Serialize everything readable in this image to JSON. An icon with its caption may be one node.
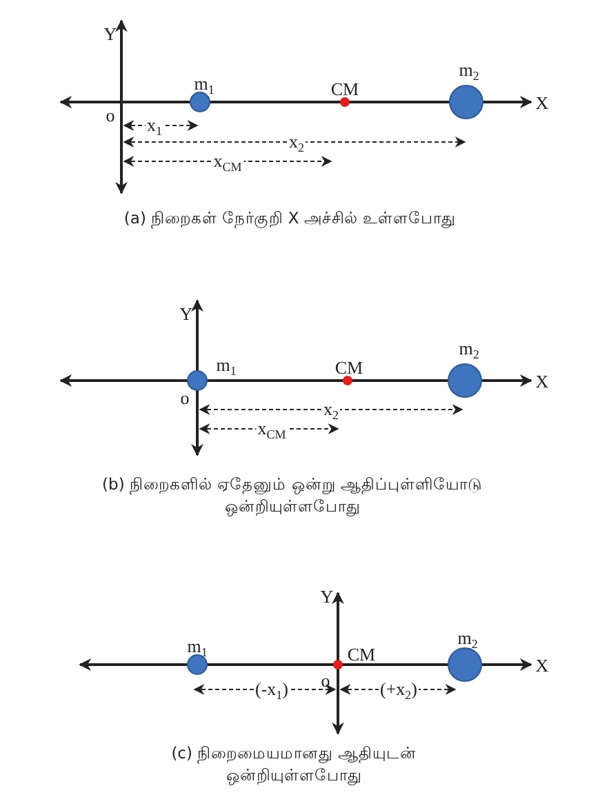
{
  "diagram": {
    "labels": [
      "Y",
      "m$_{1}$",
      "CM",
      "m$_{2}$",
      "X",
      "o",
      "x$_{1}$",
      "x$_{2}$",
      "x$_{CM}$",
      "(a) நிறைகள் நேர்குறி X அச்சில் உள்ளபோது",
      "Y",
      "m$_{1}$",
      "CM",
      "m$_{2}$",
      "X",
      "o",
      "x$_{2}$",
      "x$_{CM}$",
      "(b) நிறைகளில் ஏதேனும் ஒன்று ஆதிப்புள்ளியோடு ஒன்றியுள்ளபோது",
      "Y",
      "m$_{1}$",
      "CM",
      "m$_{2}$",
      "X",
      "o",
      "(-x$_{1}$)",
      "(+x$_{2}$)",
      "(c) நிறைமையமானது ஆதியுடன் ஒன்றியுள்ளபோது"
    ]
  }
}
